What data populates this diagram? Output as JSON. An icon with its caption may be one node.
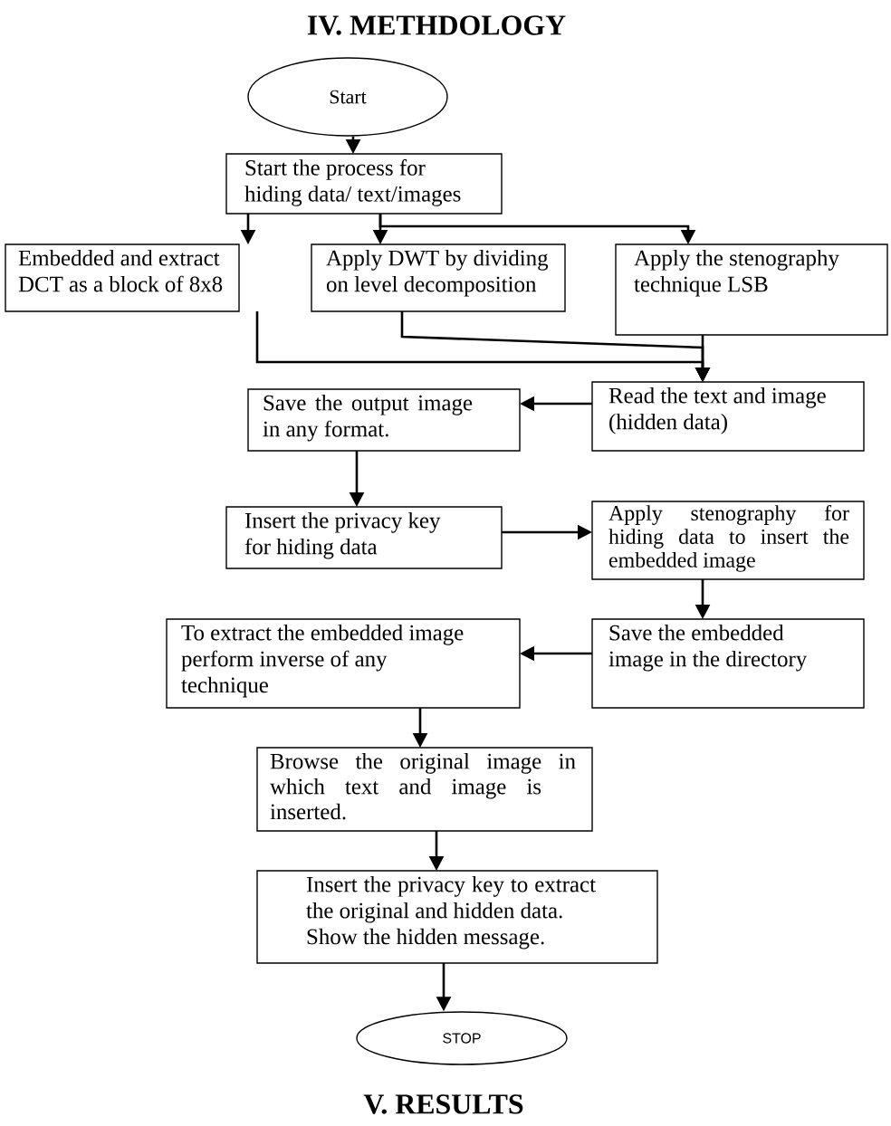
{
  "diagram": {
    "title": "IV. METHDOLOGY",
    "nodes": [
      {
        "text": [
          "Start"
        ]
      },
      {
        "text": [
          "Start the process for hiding data/ text/images"
        ]
      },
      {
        "text": [
          "Embedded and extract DCT as a block of 8x8"
        ]
      },
      {
        "text": [
          "Apply DWT by dividing on level decomposition"
        ]
      },
      {
        "text": [
          "Apply the stenography technique LSB"
        ]
      },
      {
        "text": [
          "Save the output image in any format."
        ]
      },
      {
        "text": [
          "Read the text and image (hidden data)"
        ]
      },
      {
        "text": [
          "Insert the privacy key for hiding data"
        ]
      },
      {
        "text": [
          "Apply stenography for hiding data to insert the embedded image"
        ]
      },
      {
        "text": [
          "To extract the embedded image perform inverse of any technique"
        ]
      },
      {
        "text": [
          "Save the embedded image in the directory"
        ]
      },
      {
        "text": [
          "Browse the original image in which text and image is inserted."
        ]
      },
      {
        "text": [
          "Insert the privacy key to extract the original and hidden data.",
          "Show the hidden message."
        ]
      },
      {
        "text": [
          "STOP"
        ]
      }
    ],
    "edges": [
      {
        "from": 0,
        "to": 1,
        "arrow": "to"
      },
      {
        "from": 1,
        "to": 2,
        "arrow": "to"
      },
      {
        "from": 1,
        "to": 3,
        "arrow": "to"
      },
      {
        "from": 1,
        "to": 4,
        "arrow": "to"
      },
      {
        "from": 2,
        "to": 6,
        "arrow": "to"
      },
      {
        "from": 3,
        "to": 6,
        "arrow": "to"
      },
      {
        "from": 4,
        "to": 6,
        "arrow": "to"
      },
      {
        "from": 6,
        "to": 5,
        "arrow": "to"
      },
      {
        "from": 5,
        "to": 7,
        "arrow": "to"
      },
      {
        "from": 7,
        "to": 8,
        "arrow": "to"
      },
      {
        "from": 8,
        "to": 10,
        "arrow": "to"
      },
      {
        "from": 10,
        "to": 9,
        "arrow": "to"
      },
      {
        "from": 9,
        "to": 11,
        "arrow": "to"
      },
      {
        "from": 11,
        "to": 12,
        "arrow": "to"
      },
      {
        "from": 12,
        "to": 13,
        "arrow": "to"
      }
    ],
    "labels": [
      "V. RESULTS"
    ]
  }
}
